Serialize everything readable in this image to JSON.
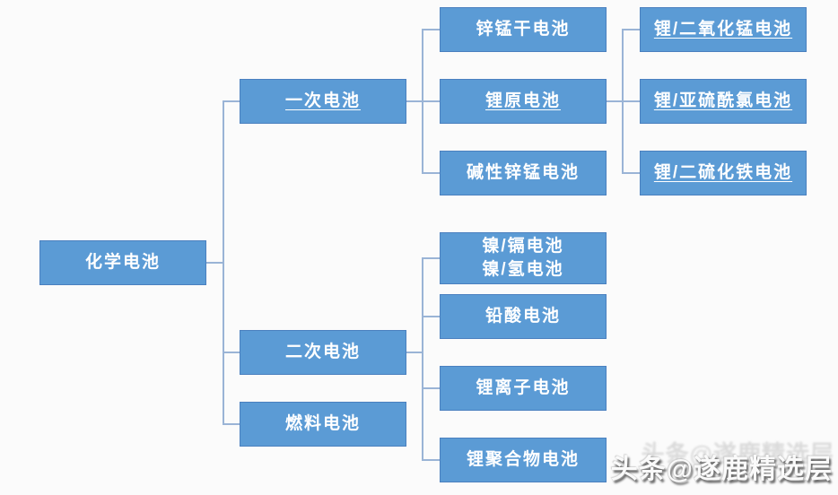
{
  "diagram": {
    "type": "tree",
    "root": {
      "label": "化学电池",
      "children": [
        {
          "label": "一次电池",
          "underline": true,
          "children": [
            {
              "label": "锌锰干电池"
            },
            {
              "label": "锂原电池",
              "underline": true,
              "children": [
                {
                  "label": "锂/二氧化锰电池",
                  "underline": true
                },
                {
                  "label": "锂/亚硫酰氯电池",
                  "underline": true
                },
                {
                  "label": "锂/二硫化铁电池",
                  "underline": true
                }
              ]
            },
            {
              "label": "碱性锌锰电池"
            }
          ]
        },
        {
          "label": "二次电池",
          "children": [
            {
              "label": "镍/镉电池",
              "label2": "镍/氢电池"
            },
            {
              "label": "铅酸电池"
            },
            {
              "label": "锂离子电池"
            },
            {
              "label": "锂聚合物电池"
            }
          ]
        },
        {
          "label": "燃料电池"
        }
      ]
    }
  },
  "watermark": {
    "text": "头条@遂鹿精选层"
  },
  "colors": {
    "node_fill": "#5b9bd5",
    "node_border": "#4a80bf",
    "node_text": "#ffffff",
    "connector": "#9ab4d6",
    "background": "#fbfbfb"
  }
}
